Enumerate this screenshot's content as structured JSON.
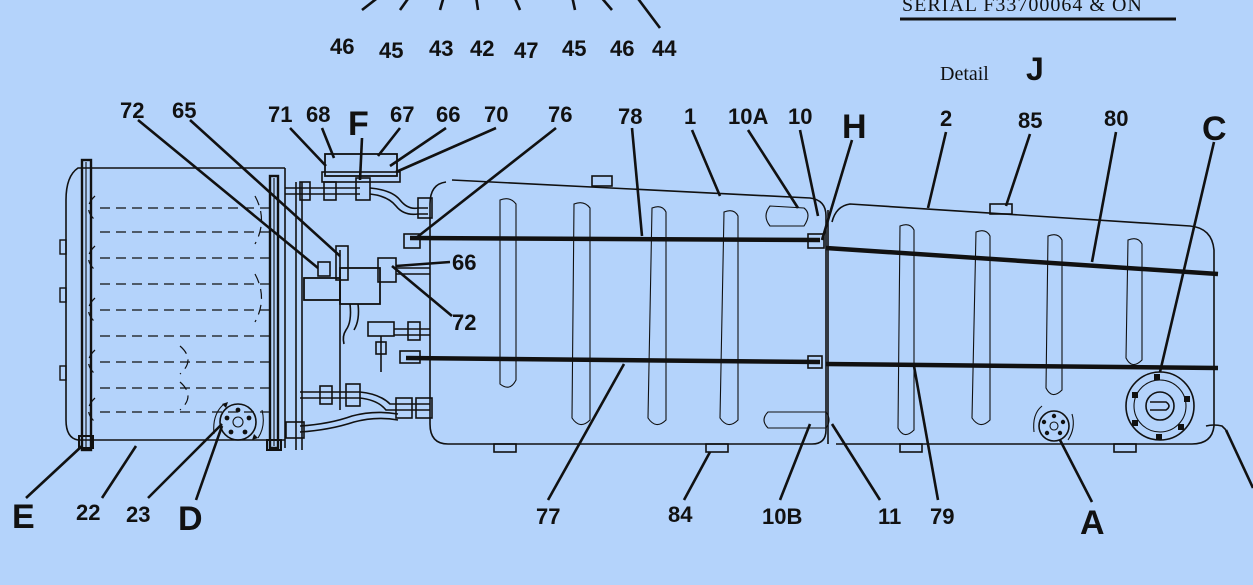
{
  "header": {
    "serial_text": "SERIAL F33700064 & ON",
    "detail_caption": "Detail",
    "detail_letter": "J"
  },
  "callouts": {
    "top_row": [
      "46",
      "45",
      "43",
      "42",
      "47",
      "45",
      "46",
      "44"
    ],
    "c72a": "72",
    "c65": "65",
    "c71": "71",
    "c68": "68",
    "cF": "F",
    "c67": "67",
    "c66a": "66",
    "c70": "70",
    "c76": "76",
    "c78": "78",
    "c1": "1",
    "c10A": "10A",
    "c10": "10",
    "cH": "H",
    "c2": "2",
    "c85": "85",
    "c80": "80",
    "cC": "C",
    "c66b": "66",
    "c72b": "72",
    "cE": "E",
    "c22": "22",
    "c23": "23",
    "cD": "D",
    "c77": "77",
    "c84": "84",
    "c10B": "10B",
    "c11": "11",
    "c79": "79",
    "cA": "A"
  }
}
